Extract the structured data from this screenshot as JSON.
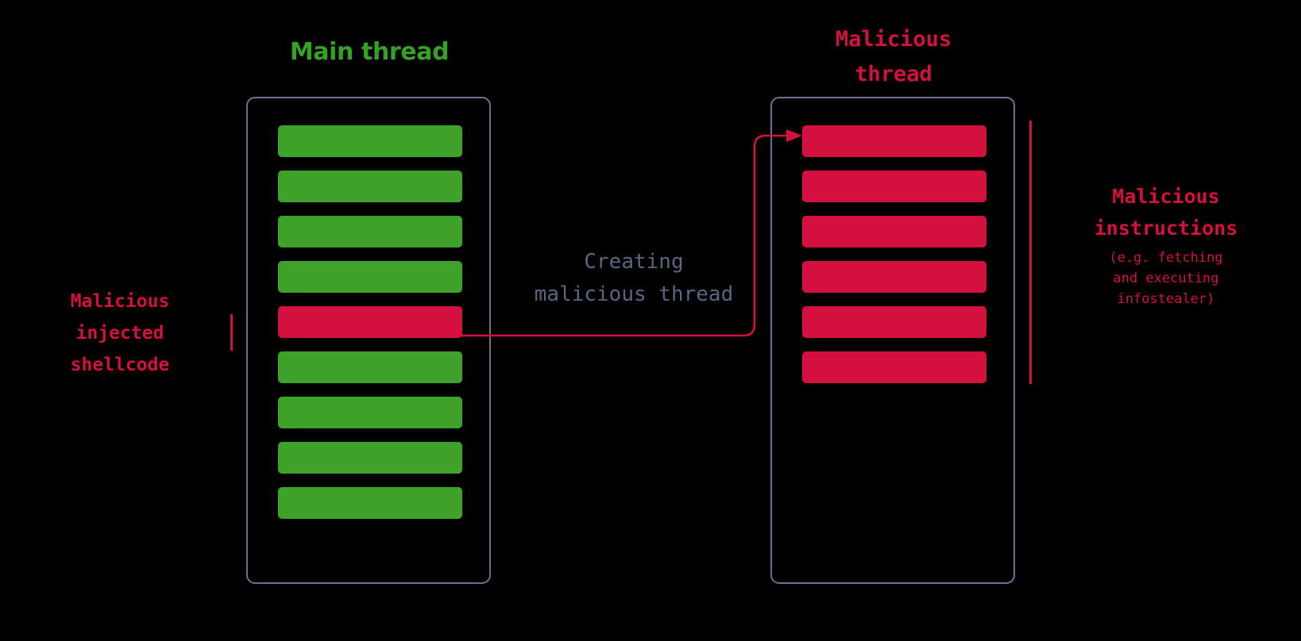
{
  "diagram": {
    "title_main_thread": "Main thread",
    "title_malicious_thread": "Malicious\nthread",
    "arrow_caption": "Creating\nmalicious thread",
    "left_label": "Malicious\ninjected\nshellcode",
    "right_label_headline": "Malicious\ninstructions",
    "right_label_sub": "(e.g. fetching\nand executing\ninfostealer)",
    "colors": {
      "background": "#000000",
      "green_bar": "#3FA22C",
      "red_bar": "#D4103F",
      "container_border": "#6B7290",
      "main_thread_title": "#35A125",
      "caption_text": "#5C6480",
      "arrow": "#D4103F"
    },
    "main_thread": {
      "bar_count": 9,
      "bars": [
        {
          "index": 1,
          "kind": "normal"
        },
        {
          "index": 2,
          "kind": "normal"
        },
        {
          "index": 3,
          "kind": "normal"
        },
        {
          "index": 4,
          "kind": "normal"
        },
        {
          "index": 5,
          "kind": "malicious"
        },
        {
          "index": 6,
          "kind": "normal"
        },
        {
          "index": 7,
          "kind": "normal"
        },
        {
          "index": 8,
          "kind": "normal"
        },
        {
          "index": 9,
          "kind": "normal"
        }
      ]
    },
    "malicious_thread": {
      "bar_count": 6,
      "bars": [
        {
          "index": 1,
          "kind": "malicious"
        },
        {
          "index": 2,
          "kind": "malicious"
        },
        {
          "index": 3,
          "kind": "malicious"
        },
        {
          "index": 4,
          "kind": "malicious"
        },
        {
          "index": 5,
          "kind": "malicious"
        },
        {
          "index": 6,
          "kind": "malicious"
        }
      ]
    }
  }
}
